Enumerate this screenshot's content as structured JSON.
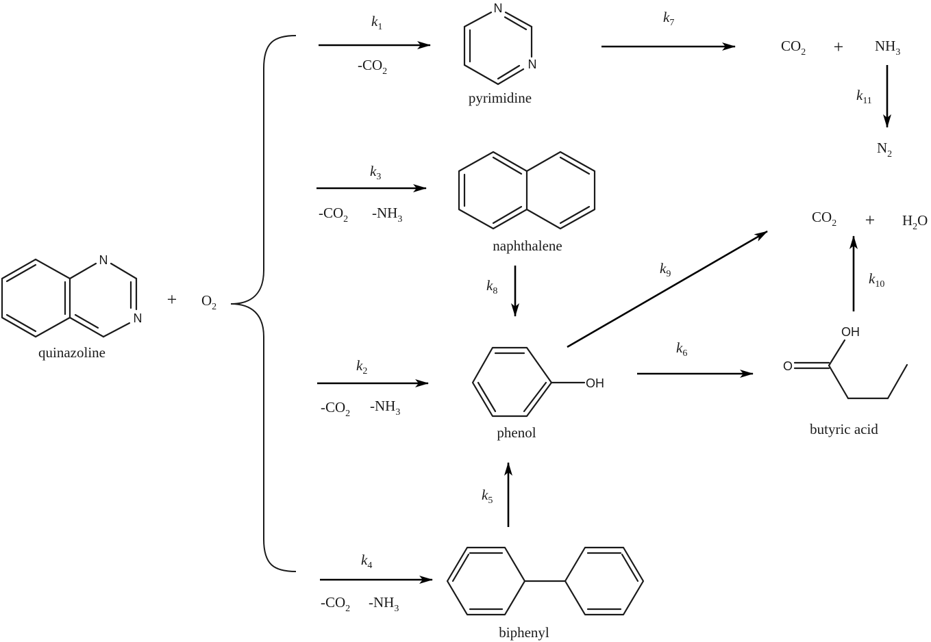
{
  "reactants": {
    "quinazoline_name": "quinazoline",
    "plus": "+",
    "oxygen": "O",
    "oxygen_sub": "2"
  },
  "atoms": {
    "N": "N",
    "OH": "OH",
    "O": "O"
  },
  "compounds": {
    "pyrimidine": "pyrimidine",
    "naphthalene": "naphthalene",
    "phenol": "phenol",
    "biphenyl": "biphenyl",
    "butyric_acid": "butyric acid"
  },
  "rates": {
    "k1": {
      "k": "k",
      "sub": "1"
    },
    "k2": {
      "k": "k",
      "sub": "2"
    },
    "k3": {
      "k": "k",
      "sub": "3"
    },
    "k4": {
      "k": "k",
      "sub": "4"
    },
    "k5": {
      "k": "k",
      "sub": "5"
    },
    "k6": {
      "k": "k",
      "sub": "6"
    },
    "k7": {
      "k": "k",
      "sub": "7"
    },
    "k8": {
      "k": "k",
      "sub": "8"
    },
    "k9": {
      "k": "k",
      "sub": "9"
    },
    "k10": {
      "k": "k",
      "sub": "10"
    },
    "k11": {
      "k": "k",
      "sub": "11"
    }
  },
  "byproducts": {
    "minus_co2": "-CO",
    "co2_sub": "2",
    "minus_nh3": "-NH",
    "nh3_sub": "3"
  },
  "products": {
    "co2": "CO",
    "co2_sub": "2",
    "plus": "+",
    "nh3": "NH",
    "nh3_sub": "3",
    "n2": "N",
    "n2_sub": "2",
    "h2o_h": "H",
    "h2o_sub": "2",
    "h2o_o": "O"
  }
}
